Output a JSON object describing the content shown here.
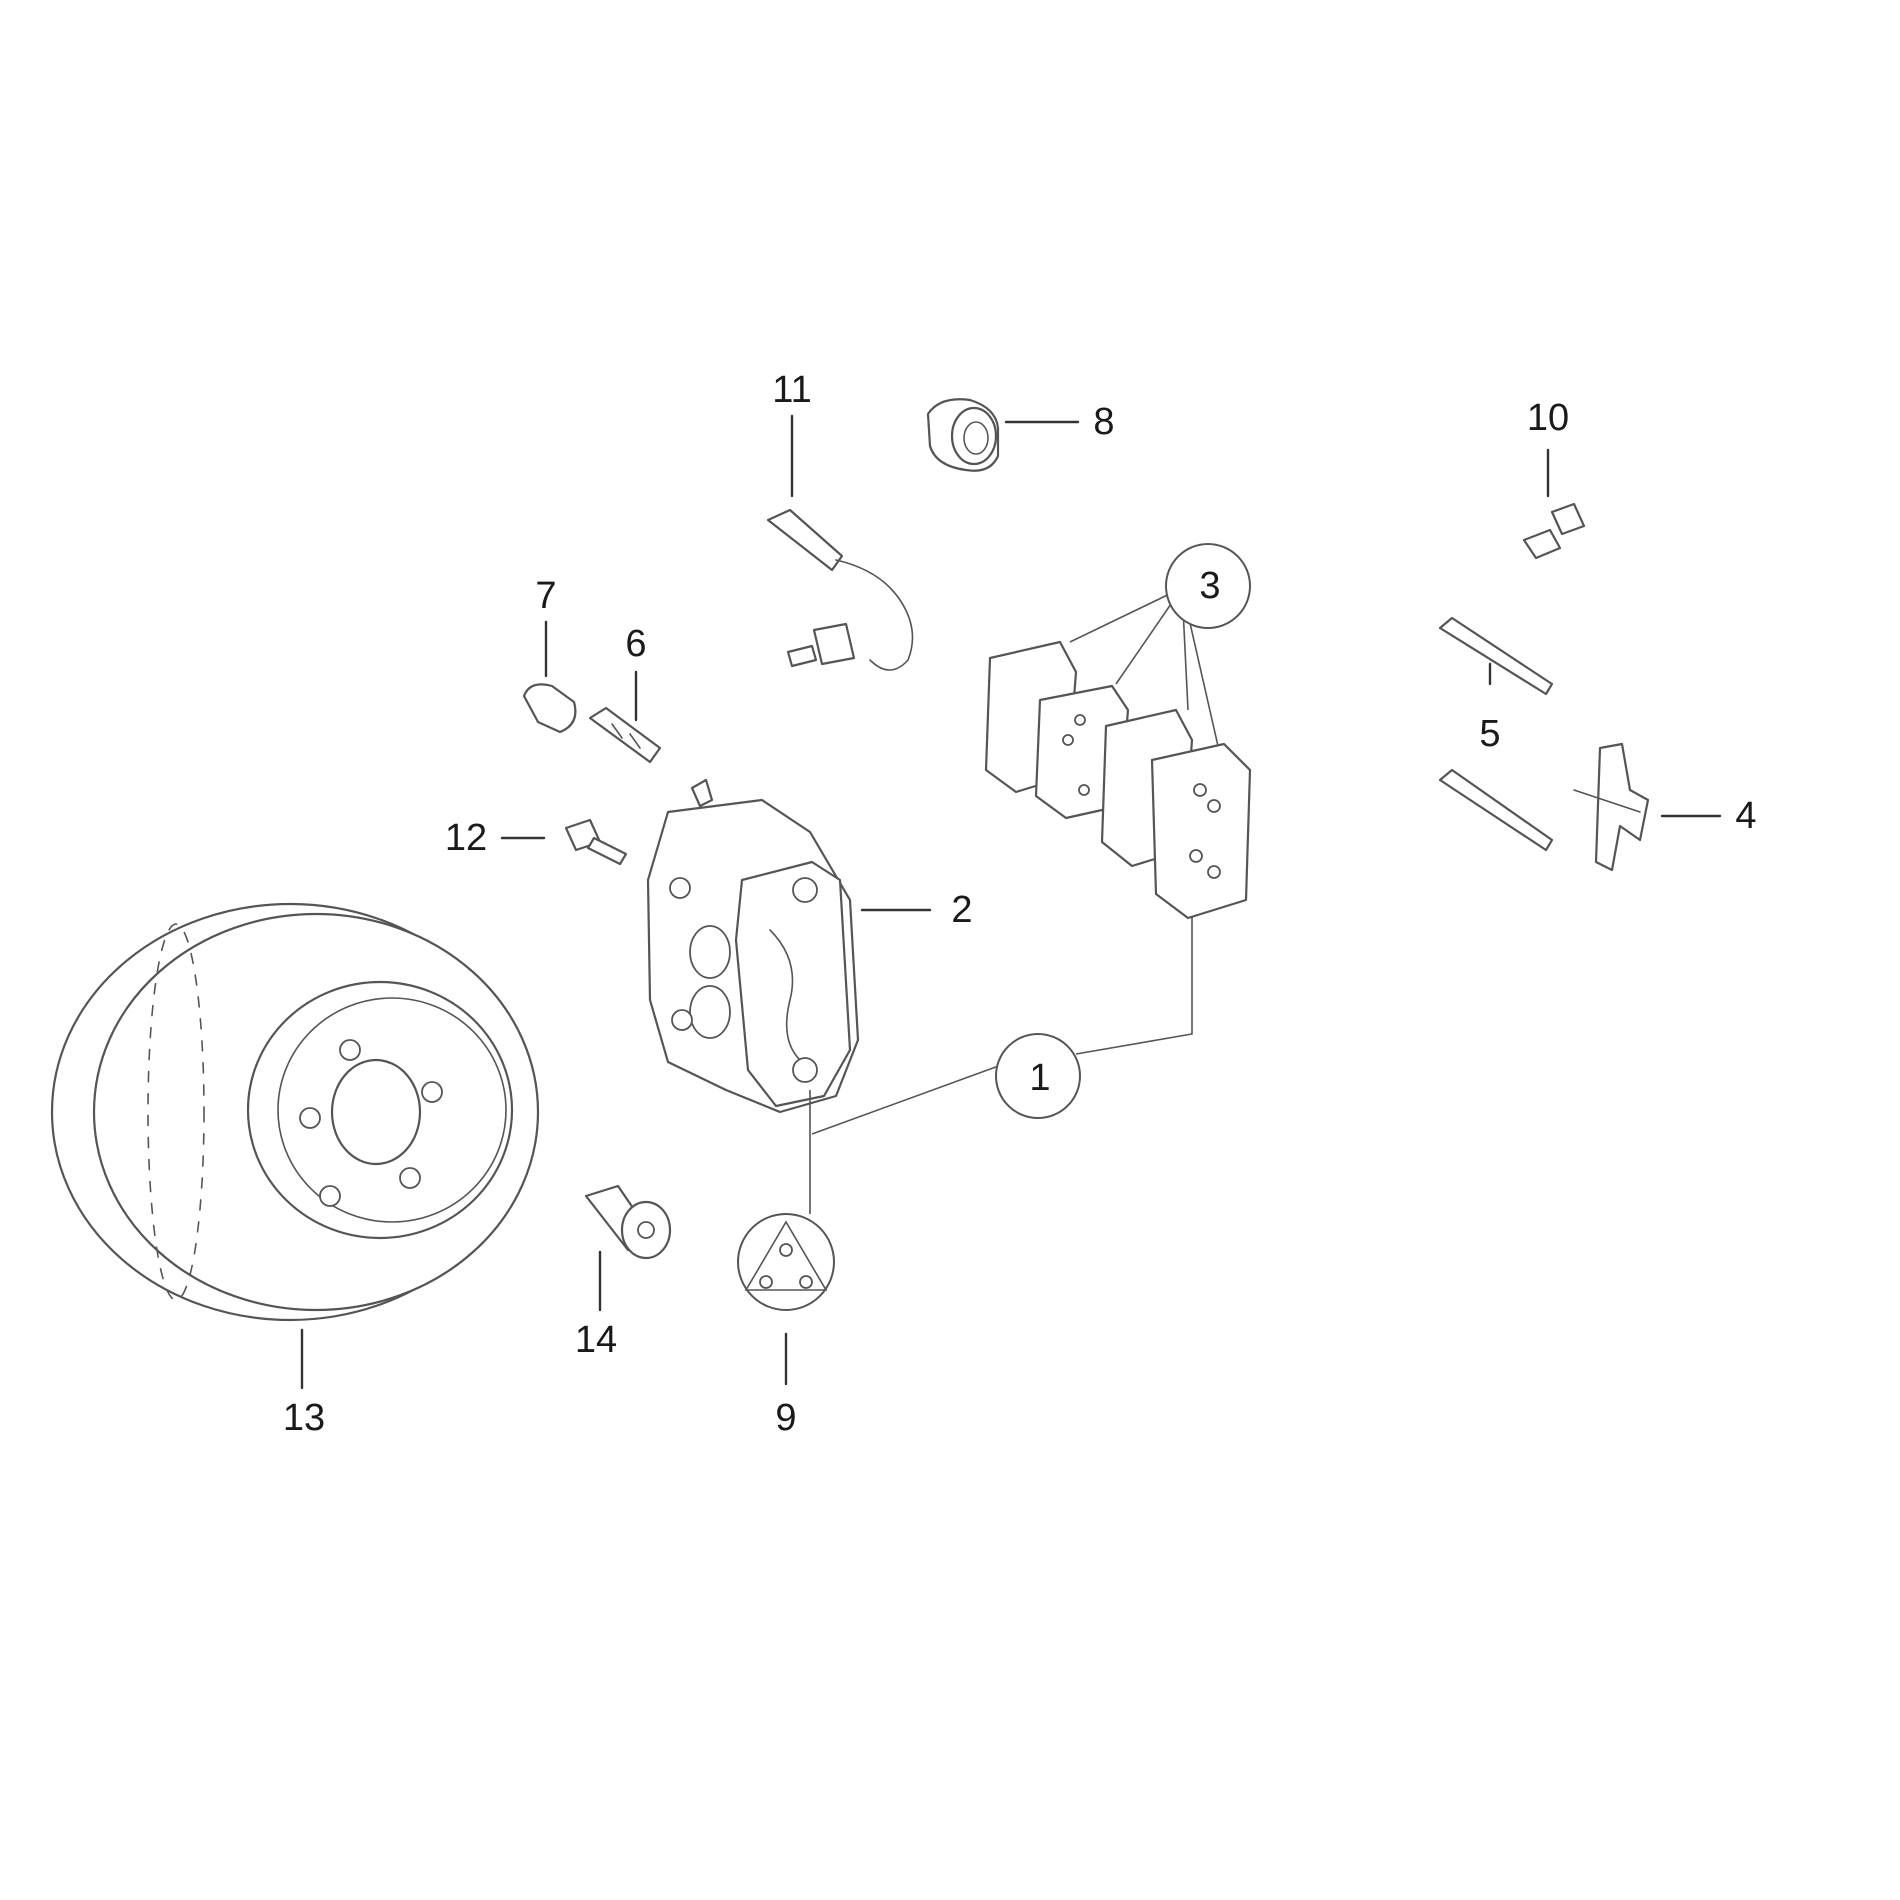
{
  "callouts": {
    "c1": "1",
    "c2": "2",
    "c3": "3",
    "c4": "4",
    "c5": "5",
    "c6": "6",
    "c7": "7",
    "c8": "8",
    "c9": "9",
    "c10": "10",
    "c11": "11",
    "c12": "12",
    "c13": "13",
    "c14": "14"
  },
  "colors": {
    "line": "#555555",
    "text": "#1a1a1a",
    "background": "#ffffff"
  }
}
